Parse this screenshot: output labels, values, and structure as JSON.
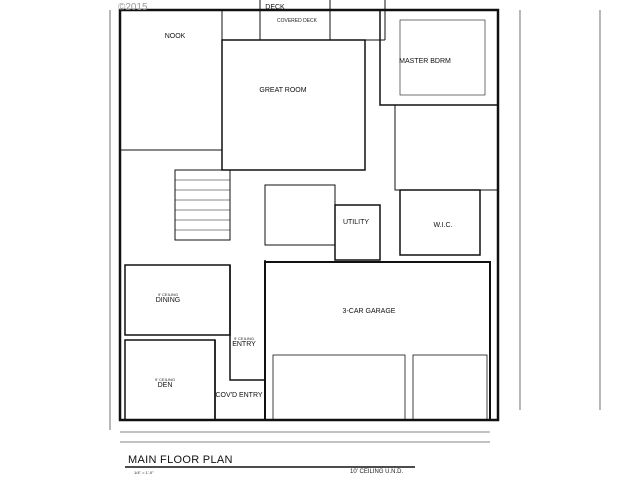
{
  "copyright": "©2015",
  "rooms": {
    "nook": "NOOK",
    "deck": "DECK",
    "covered_deck": "COVERED DECK",
    "great_room": "GREAT ROOM",
    "master_bdrm": "MASTER BDRM",
    "utility": "UTILITY",
    "wic": "W.I.C.",
    "dining": "DINING",
    "dining_ceiling": "9' CEILING",
    "garage": "3-CAR GARAGE",
    "entry": "ENTRY",
    "entry_ceiling": "9' CEILING",
    "den": "DEN",
    "den_ceiling": "9' CEILING",
    "covd_entry": "COV'D ENTRY"
  },
  "footer": {
    "title": "MAIN FLOOR PLAN",
    "scale": "1/4\" = 1'-0\"",
    "ceiling_note": "10' CEILING U.N.D."
  }
}
